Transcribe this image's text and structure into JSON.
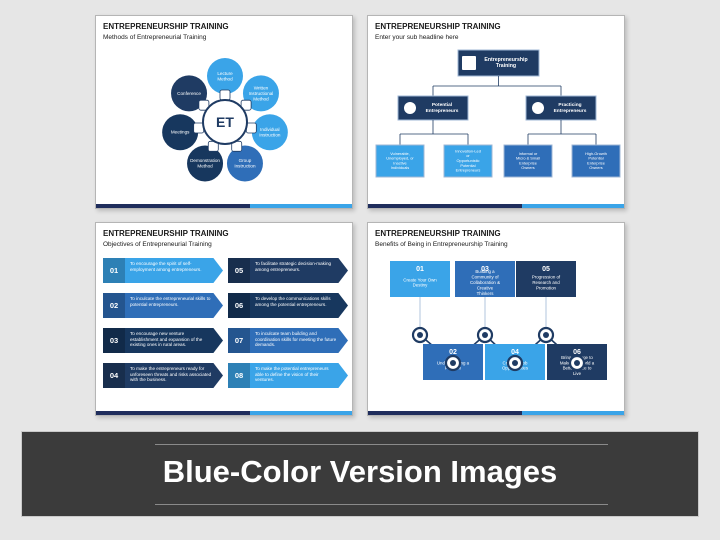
{
  "colors": {
    "navy": "#1f3b63",
    "dark": "#17375e",
    "mid": "#2f6eb8",
    "light": "#3aa4e8",
    "banner": "#3b3b3b"
  },
  "slide1": {
    "title": "ENTREPRENEURSHIP TRAINING",
    "subtitle": "Methods of Entrepreneurial Training",
    "center": "ET",
    "methods": [
      "Lecture Method",
      "Written Instructional Method",
      "Individual Instruction",
      "Group Instruction",
      "Demonstration Method",
      "Meetings",
      "Conference"
    ]
  },
  "slide2": {
    "title": "ENTREPRENEURSHIP TRAINING",
    "subtitle": "Enter your sub headline here",
    "root": "Entrepreneurship Training",
    "branches": [
      {
        "label": "Potential Entrepreneurs",
        "children": [
          "Vulnerable, Unemployed, or Inactive Individuals",
          "Innovation-Led or Opportunistic Potential Entrepreneurs"
        ]
      },
      {
        "label": "Practicing Entrepreneurs",
        "children": [
          "Informal or Micro & Small Enterprise Owners",
          "High-Growth Potential Enterprise Owners"
        ]
      }
    ]
  },
  "slide3": {
    "title": "ENTREPRENEURSHIP TRAINING",
    "subtitle": "Objectives of Entrepreneurial Training",
    "objectives": [
      {
        "num": "01",
        "text": "To encourage the spirit of self-employment among entrepreneurs."
      },
      {
        "num": "02",
        "text": "To inculcate the entrepreneurial skills to potential entrepreneurs."
      },
      {
        "num": "03",
        "text": "To encourage new venture establishment and expansion of the existing ones in rural areas."
      },
      {
        "num": "04",
        "text": "To make the entrepreneurs ready for unforeseen threats and risks associated with the business."
      },
      {
        "num": "05",
        "text": "To facilitate strategic decision-making among entrepreneurs."
      },
      {
        "num": "06",
        "text": "To develop the communications skills among the potential entrepreneurs."
      },
      {
        "num": "07",
        "text": "To inculcate team building and coordination skills for meeting the future demands."
      },
      {
        "num": "08",
        "text": "To make the potential entrepreneurs able to define the vision of their ventures."
      }
    ]
  },
  "slide4": {
    "title": "ENTREPRENEURSHIP TRAINING",
    "subtitle": "Benefits of Being in Entrepreneurship Training",
    "benefits": [
      {
        "num": "01",
        "text": "Create Your Own Destiny"
      },
      {
        "num": "02",
        "text": "Understanding a Problem"
      },
      {
        "num": "03",
        "text": "Building a Community of Collaboration & Creative Thinkers"
      },
      {
        "num": "04",
        "text": "Creating Job Opportunities"
      },
      {
        "num": "05",
        "text": "Progression of Research and Promotion"
      },
      {
        "num": "06",
        "text": "Bring Change to Make the World a Better Place to Live"
      }
    ]
  },
  "banner": {
    "text": "Blue-Color Version Images"
  }
}
